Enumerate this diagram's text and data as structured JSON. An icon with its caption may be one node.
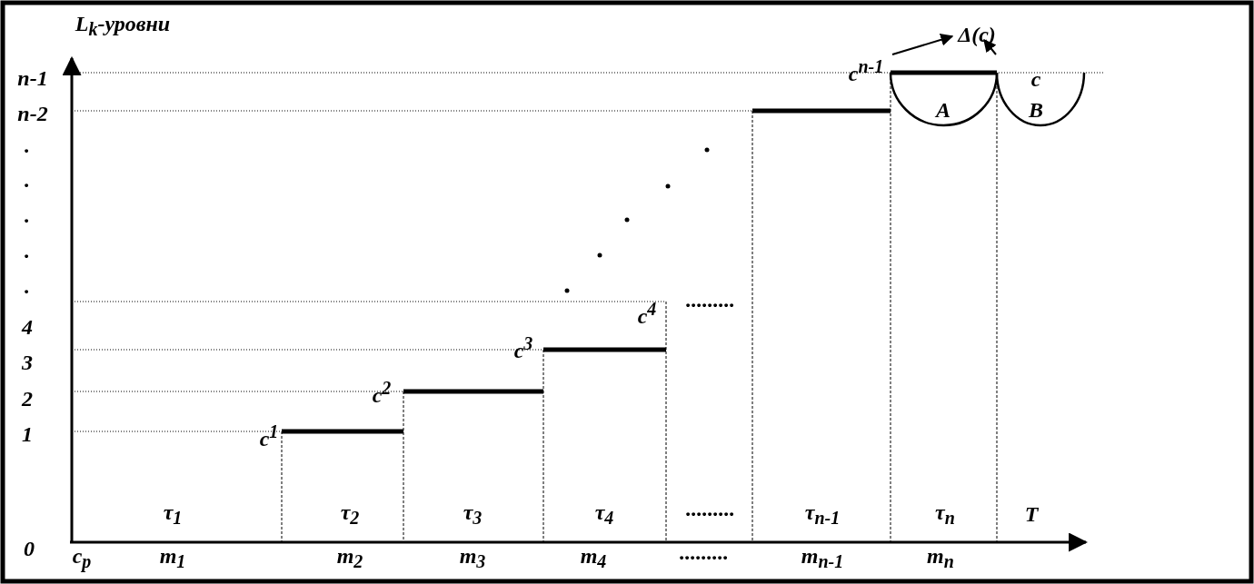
{
  "diagram": {
    "labels": [
      "L$_{k}$-уровни",
      "Δ(c)",
      "n-1",
      "c$^{n-1}$",
      "c",
      "n-2",
      "A",
      "B",
      ".",
      ".",
      ".",
      ".",
      ".",
      "4",
      "c$^{4}$",
      ".........",
      "3",
      "c$^{3}$",
      "2",
      "c$^{2}$",
      "1",
      "c$^{1}$",
      "τ$_{1}$",
      "τ$_{2}$",
      "τ$_{3}$",
      "τ$_{4}$",
      ".........",
      "τ$_{n-1}$",
      "τ$_{n}$",
      "T",
      "0",
      "c$_{p}$",
      "m$_{1}$",
      "m$_{2}$",
      "m$_{3}$",
      "m$_{4}$",
      ".........",
      "m$_{n-1}$",
      "m$_{n}$"
    ]
  }
}
